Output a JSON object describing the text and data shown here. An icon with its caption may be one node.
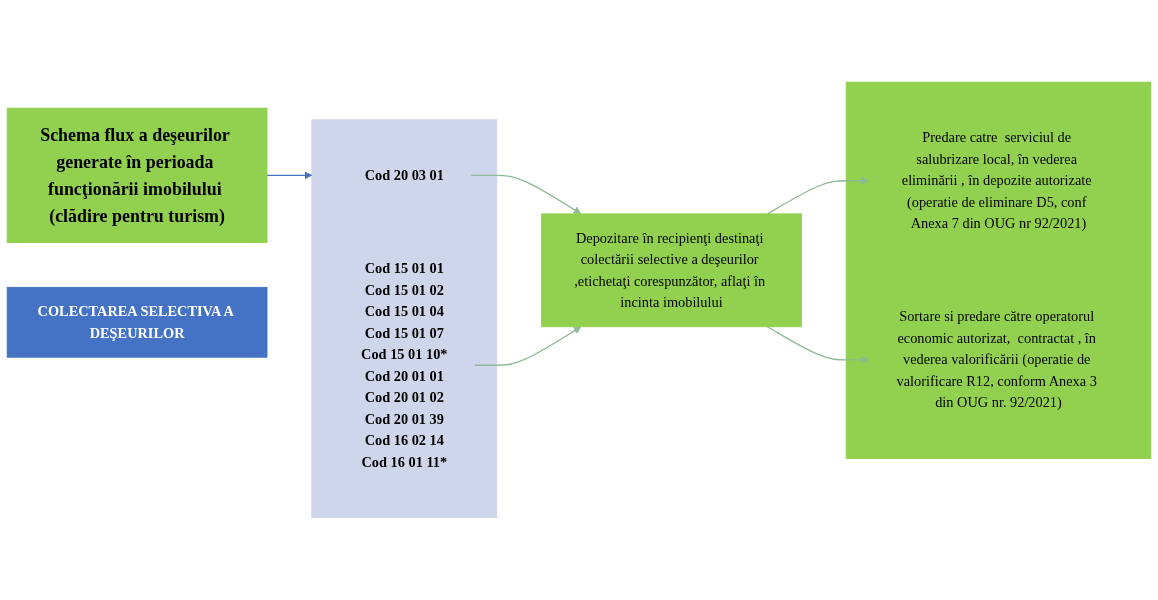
{
  "diagram": {
    "nodes": [
      {
        "text": [
          "Schema flux a deşeurilor generate în perioada funcţionării imobilului (clădire pentru turism)"
        ]
      },
      {
        "text": [
          "COLECTAREA SELECTIVA A DEŞEURILOR"
        ]
      },
      {
        "text": [],
        "shape": "box"
      },
      {
        "text": [
          "Cod 20 03 01"
        ],
        "in": 2
      },
      {
        "text": [
          "Cod 15 01 01",
          "Cod 15 01 02",
          "Cod 15 01 04",
          "Cod 15 01 07",
          "Cod 15 01 10*",
          "Cod 20 01 01",
          "Cod 20 01 02",
          "Cod 20 01 39",
          "Cod 16 02 14",
          "Cod 16 01 11*"
        ],
        "in": 2
      },
      {
        "text": [
          "Depozitare în recipienţi destinaţi colectării selective a deşeurilor ,etichetaţi corespunzător, aflaţi în incinta imobilului"
        ]
      },
      {
        "text": [],
        "shape": "box"
      },
      {
        "text": [
          "Predare catre  serviciul de salubrizare local, în vederea eliminării , în depozite autorizate (operatie de eliminare D5, conf Anexa 7 din OUG nr 92/2021)"
        ],
        "in": 6
      },
      {
        "text": [
          "Sortare si predare către operatorul economic autorizat,  contractat , în vederea valorificării (operatie de valorificare R12, conform Anexa 3 din OUG nr. 92/2021)"
        ],
        "in": 6
      }
    ],
    "edges": [
      {
        "from": 0,
        "to": 2,
        "arrow": "to",
        "color": "#4472c4"
      },
      {
        "from": 3,
        "to": 5,
        "arrow": "to"
      },
      {
        "from": 4,
        "to": 5,
        "arrow": "to"
      },
      {
        "from": 5,
        "to": 7,
        "arrow": "to"
      },
      {
        "from": 5,
        "to": 8,
        "arrow": "to"
      }
    ]
  }
}
